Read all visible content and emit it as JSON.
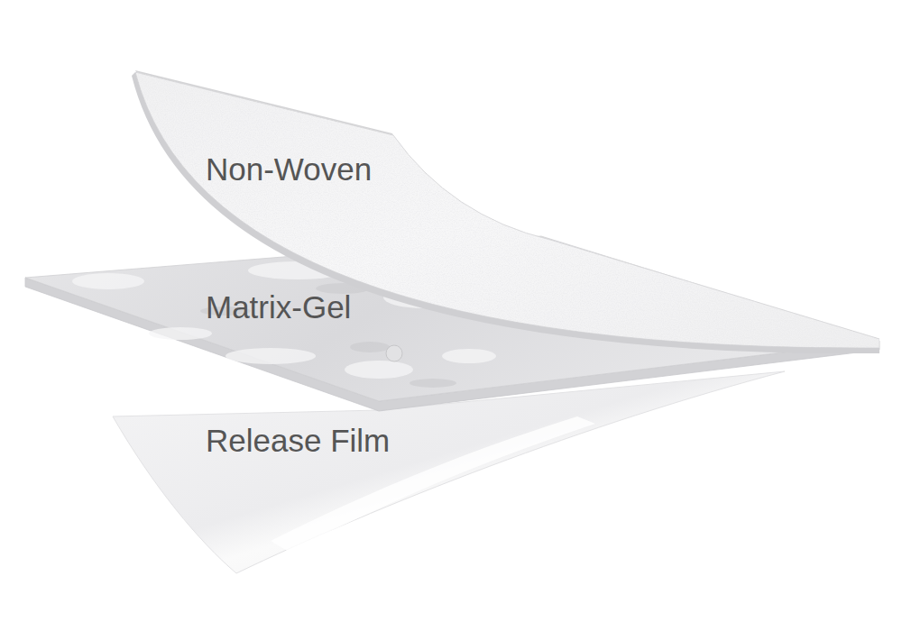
{
  "diagram": {
    "labels": [
      "Non-Woven",
      "Matrix-Gel",
      "Release Film"
    ]
  }
}
